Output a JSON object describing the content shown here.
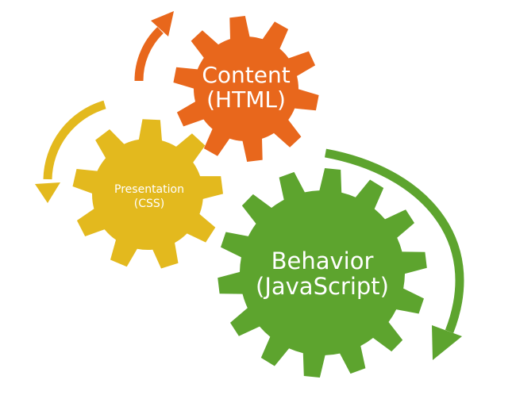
{
  "colors": {
    "content": "#e8671c",
    "presentation": "#e3b91e",
    "behavior": "#5da42e",
    "label_text": "#ffffff",
    "background": "#ffffff"
  },
  "gears": {
    "content": {
      "line1": "Content",
      "line2": "(HTML)",
      "teeth": 10
    },
    "presentation": {
      "line1": "Presentation",
      "line2": "(CSS)",
      "teeth": 9
    },
    "behavior": {
      "line1": "Behavior",
      "line2": "(JavaScript)",
      "teeth": 14
    }
  },
  "arrows": {
    "orange": {
      "icon": "curved-arrow-up-right",
      "color": "#e8671c"
    },
    "yellow": {
      "icon": "curved-arrow-down-left",
      "color": "#e3b91e"
    },
    "green": {
      "icon": "curved-arrow-down-right",
      "color": "#5da42e"
    }
  }
}
